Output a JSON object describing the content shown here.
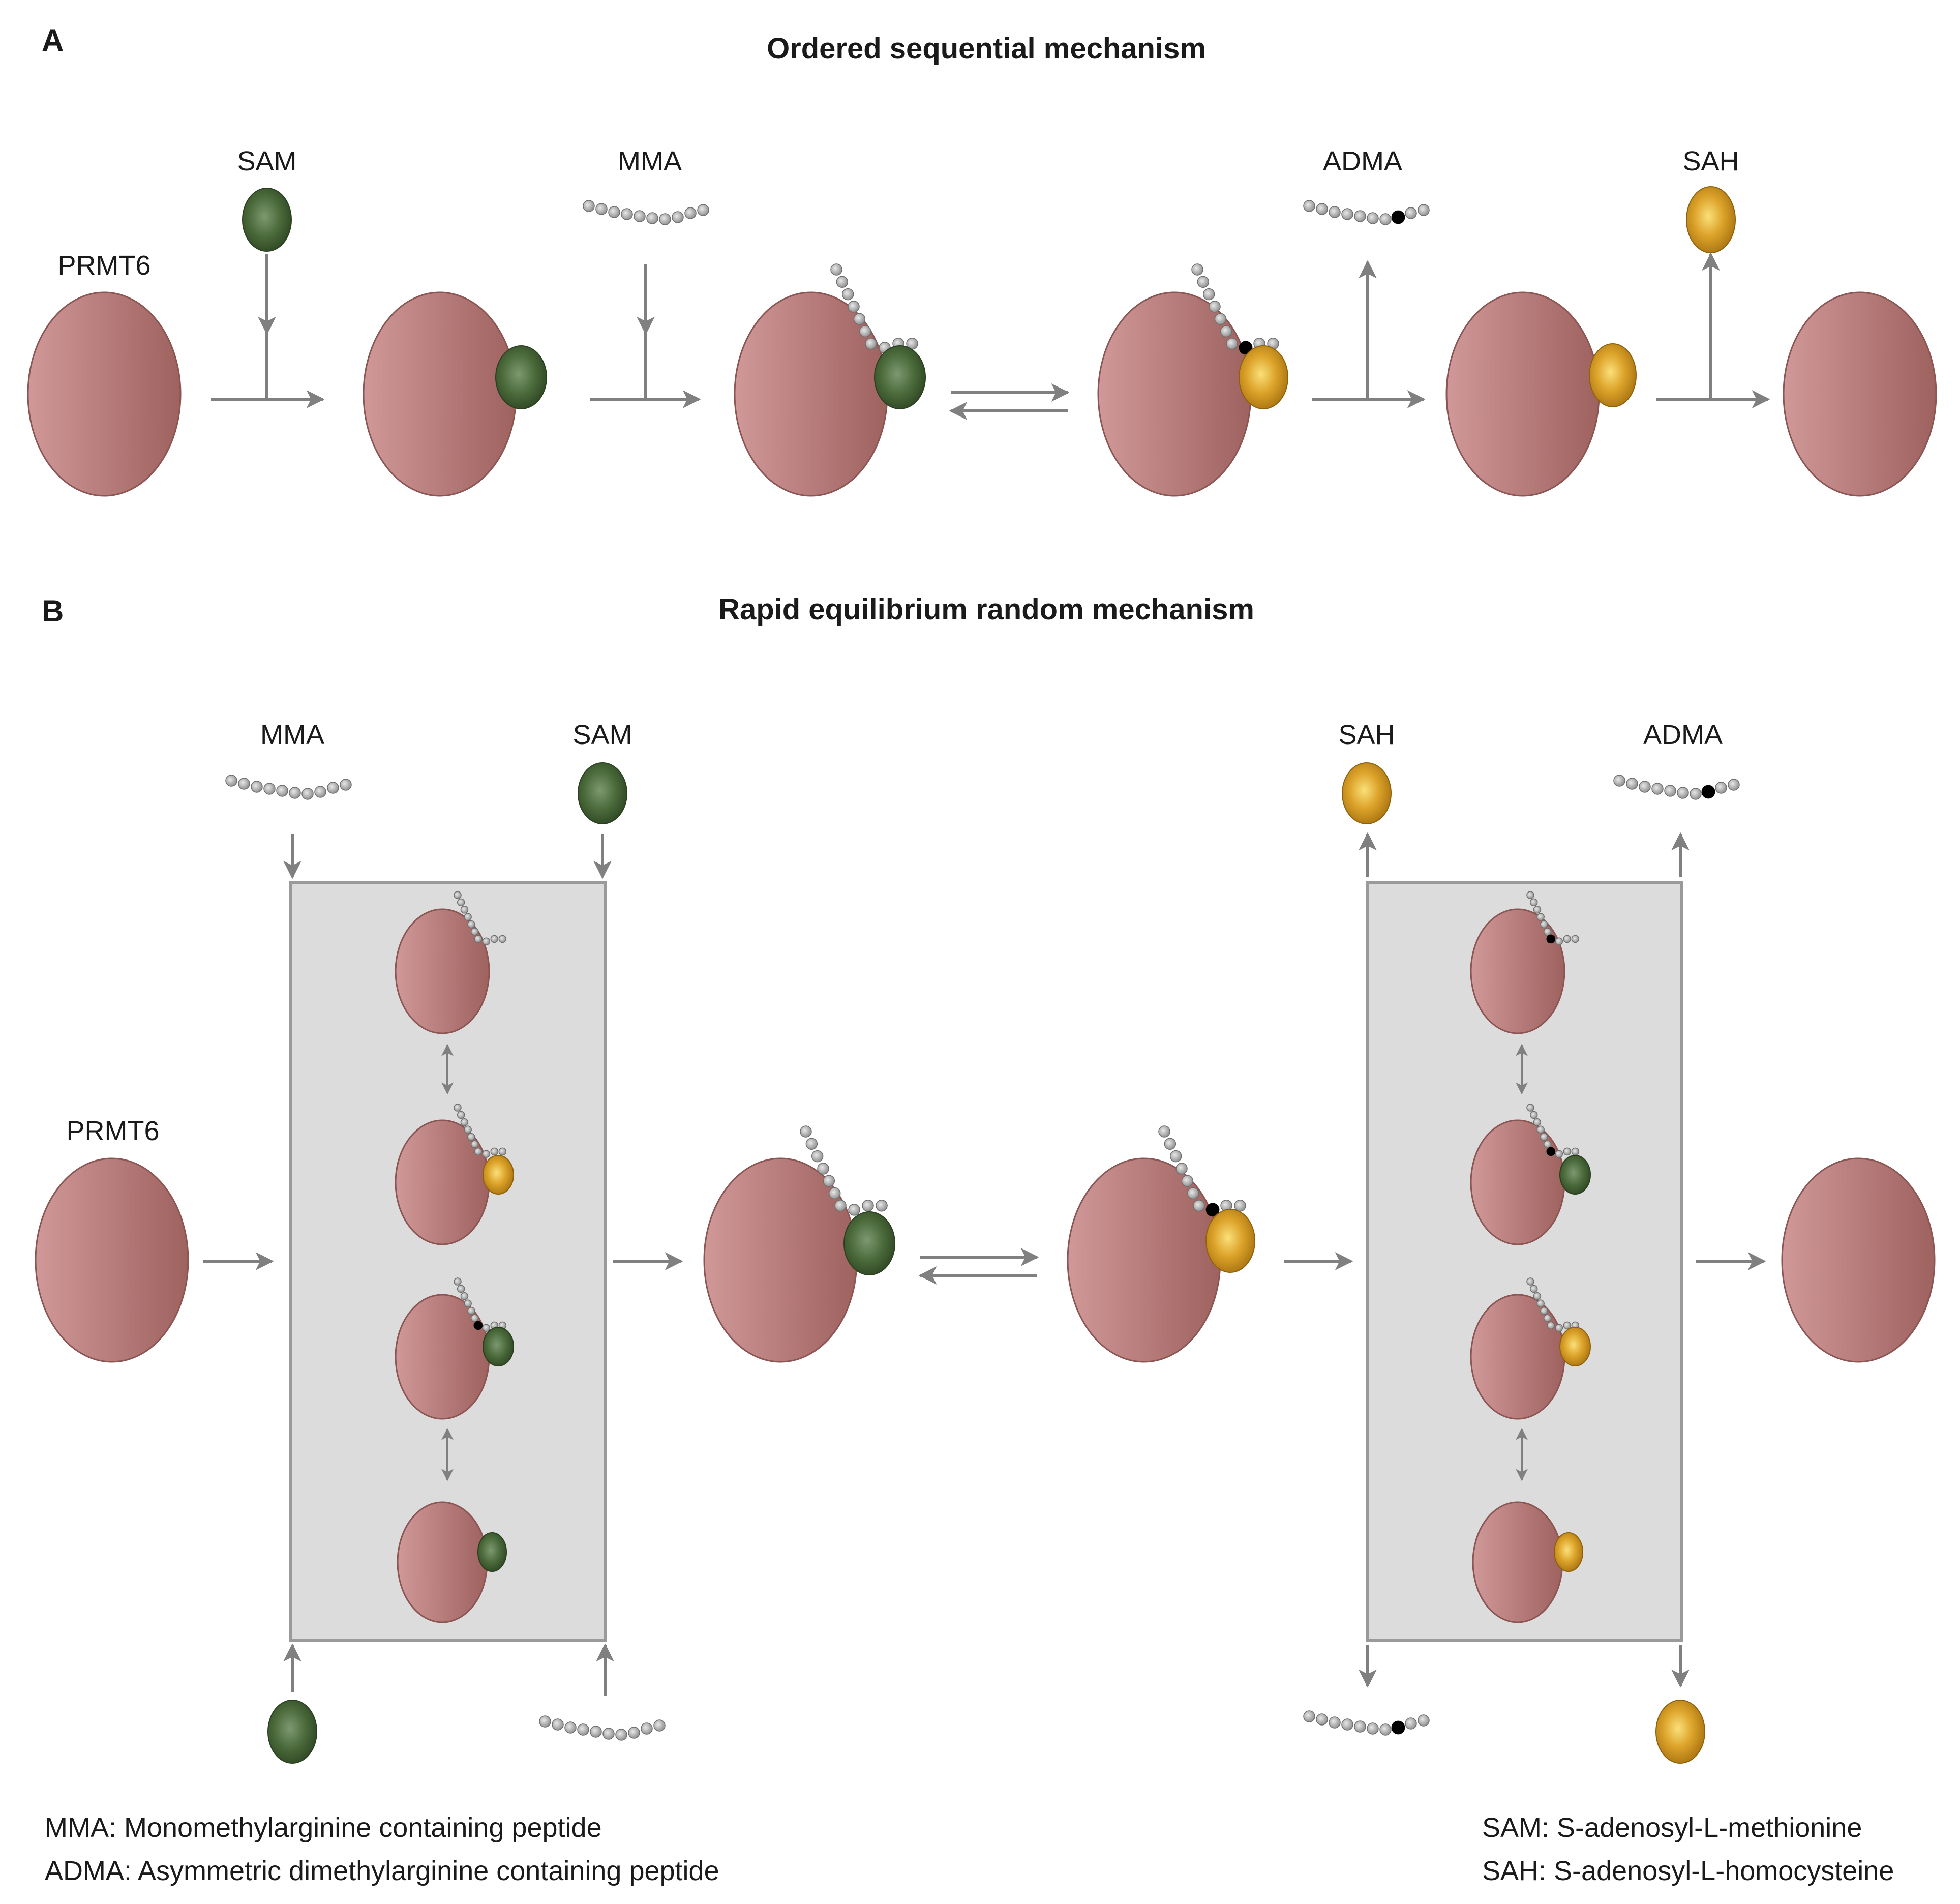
{
  "panel_a": {
    "letter": "A",
    "title": "Ordered sequential mechanism",
    "enzyme_label": "PRMT6",
    "sam_label": "SAM",
    "mma_label": "MMA",
    "adma_label": "ADMA",
    "sah_label": "SAH"
  },
  "panel_b": {
    "letter": "B",
    "title": "Rapid equilibrium random mechanism",
    "enzyme_label": "PRMT6",
    "mma_label": "MMA",
    "sam_label": "SAM",
    "sah_label": "SAH",
    "adma_label": "ADMA"
  },
  "legend": {
    "mma": "MMA: Monomethylarginine containing peptide",
    "adma": "ADMA: Asymmetric dimethylarginine containing peptide",
    "sam": "SAM: S-adenosyl-L-methionine",
    "sah": "SAH: S-adenosyl-L-homocysteine"
  },
  "colors": {
    "enzyme": "#b57b78",
    "sam": "#4a6a3a",
    "sah": "#d49a1e",
    "peptide_bead": "#a8a8a8",
    "methyl_bead": "#000000",
    "arrow": "#808080",
    "box_fill": "#dcdcdc",
    "box_border": "#9a9a9a"
  }
}
